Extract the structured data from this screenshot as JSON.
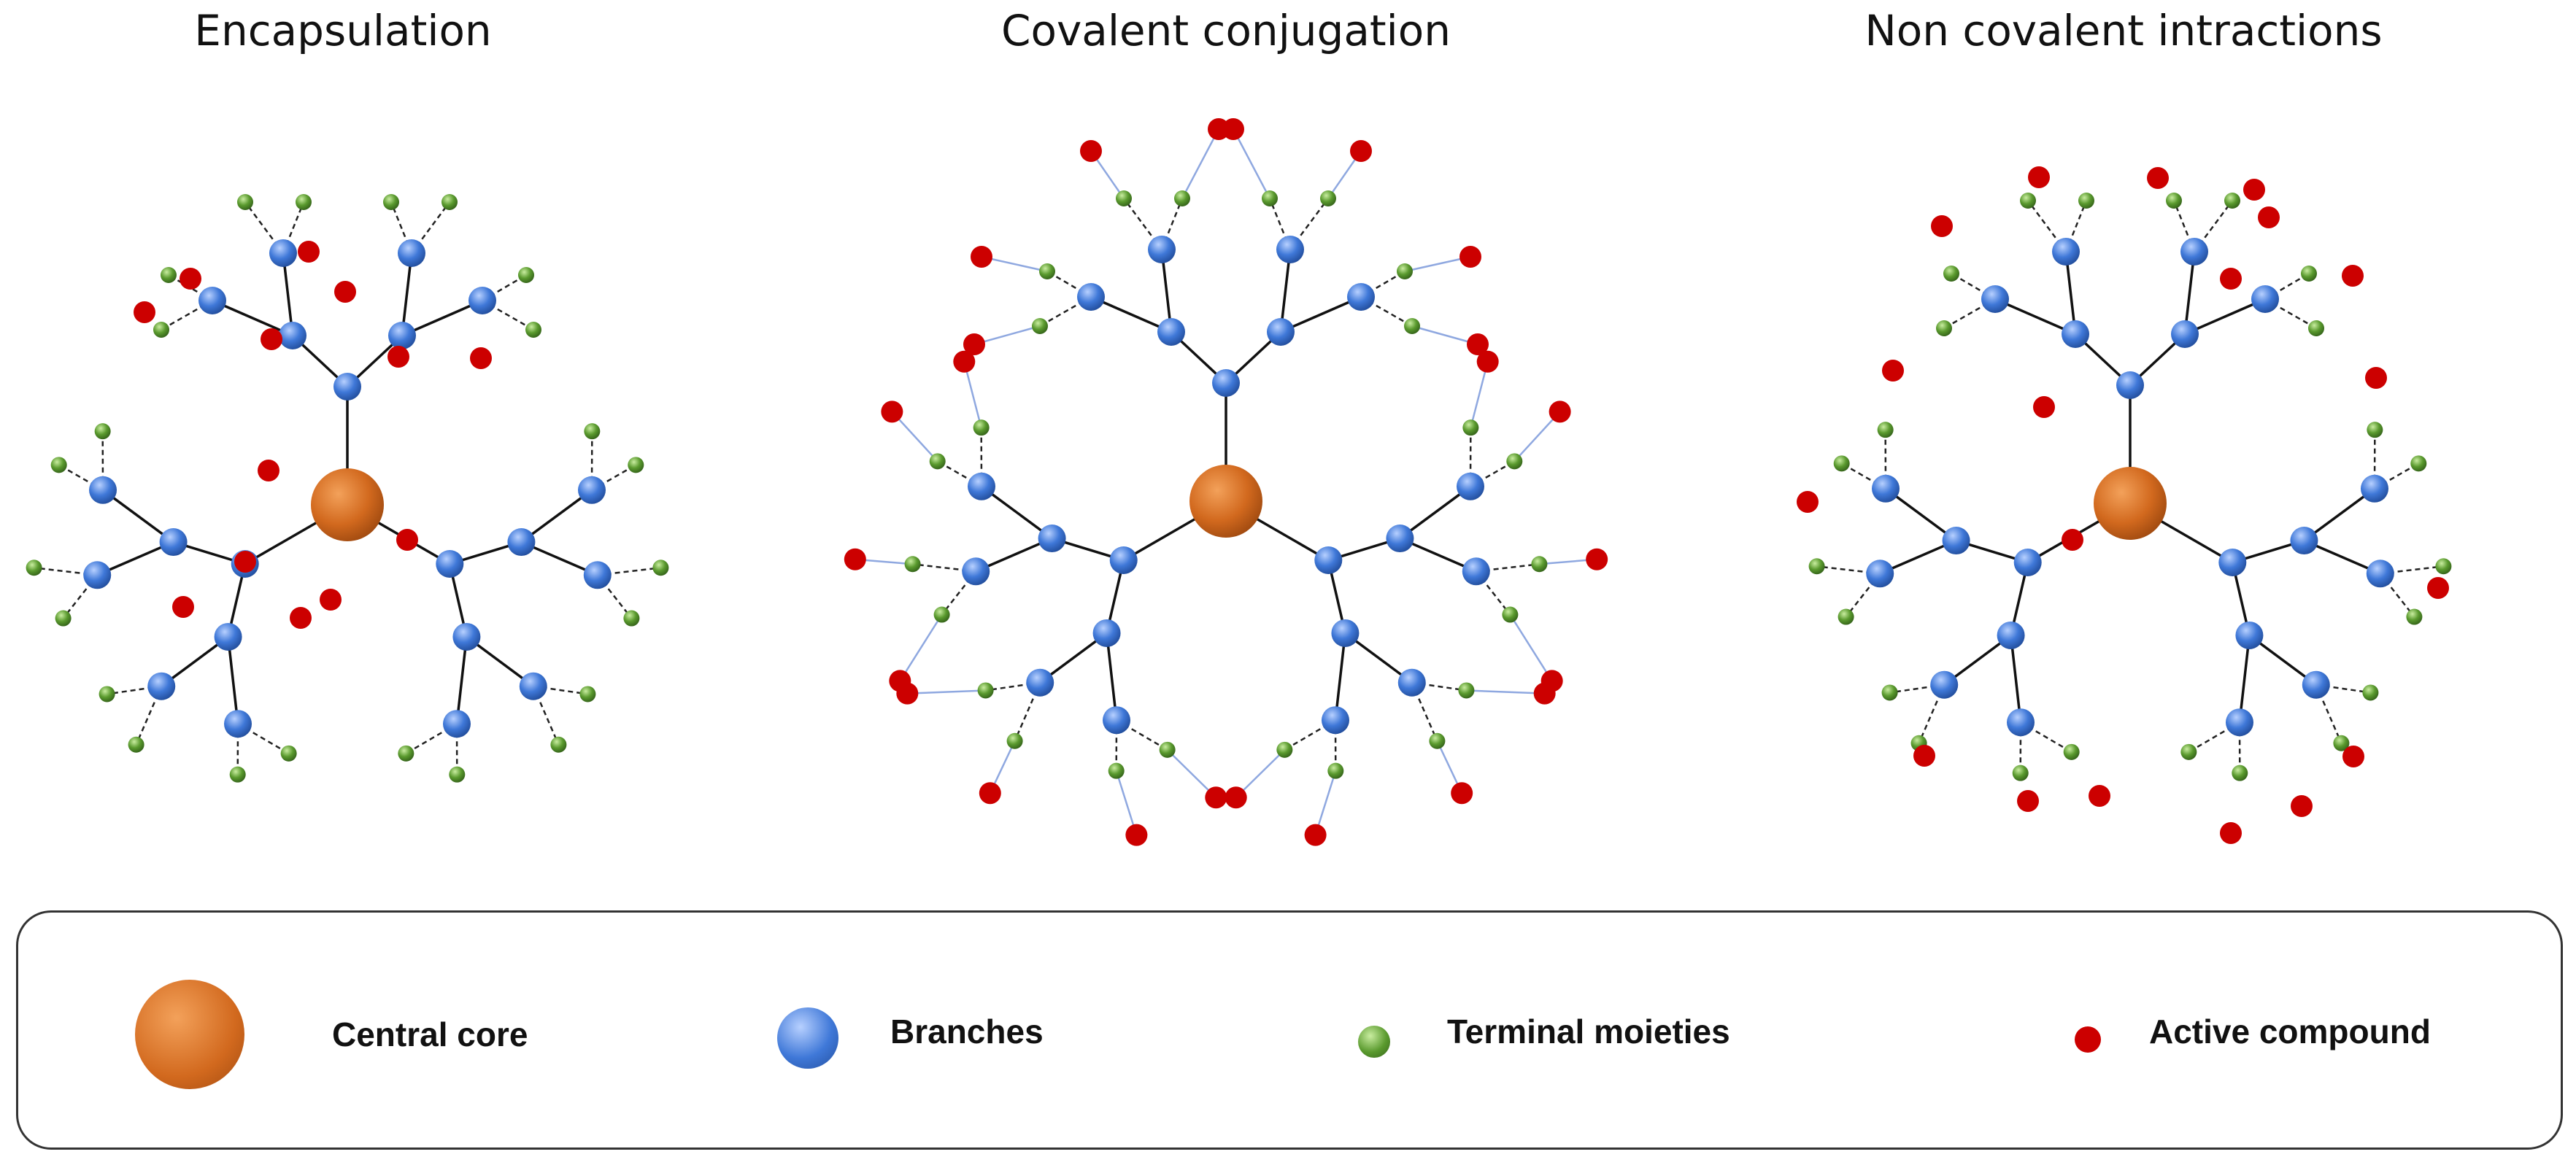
{
  "panels": [
    {
      "title": "Encapsulation"
    },
    {
      "title": "Covalent conjugation"
    },
    {
      "title": "Non covalent intractions"
    }
  ],
  "legend": {
    "items": [
      {
        "label": "Central core",
        "icon": "orange-sphere-icon",
        "color": "#d2691e"
      },
      {
        "label": "Branches",
        "icon": "blue-sphere-icon",
        "color": "#3f78d8"
      },
      {
        "label": "Terminal moieties",
        "icon": "green-sphere-icon",
        "color": "#5a9a2e"
      },
      {
        "label": "Active compound",
        "icon": "red-dot-icon",
        "color": "#cc0000"
      }
    ]
  },
  "colors": {
    "core": "#d2691e",
    "branch": "#3f78d8",
    "terminal": "#5a9a2e",
    "active": "#cc0000",
    "link": "#8fa8e0"
  }
}
